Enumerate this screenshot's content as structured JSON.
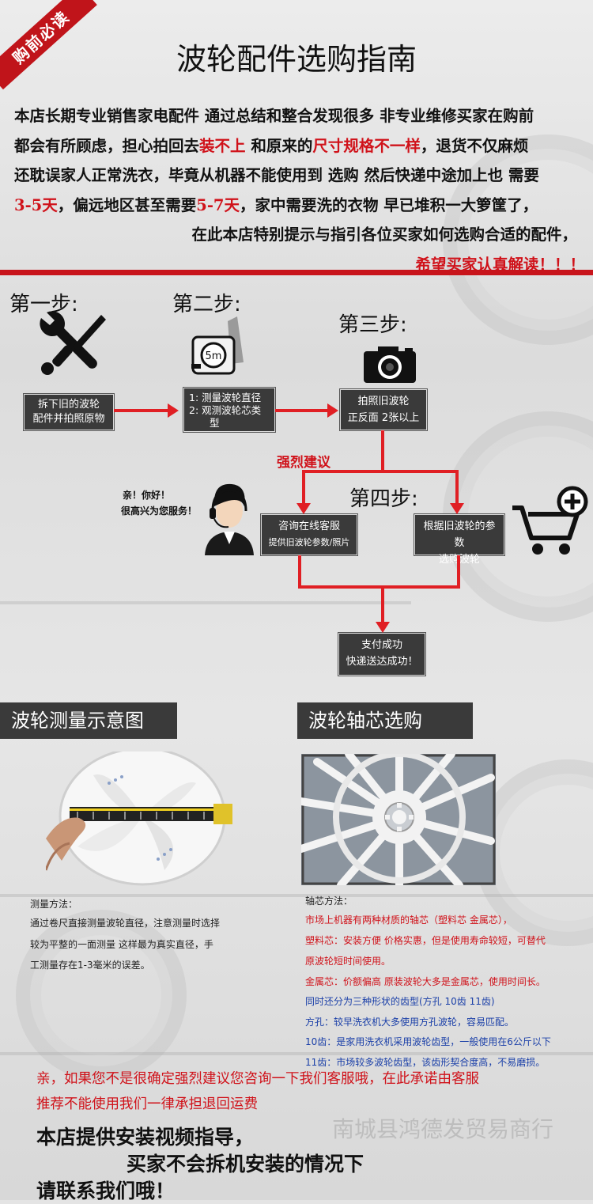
{
  "badge": "购前必读",
  "title": "波轮配件选购指南",
  "intro": {
    "line1": "本店长期专业销售家电配件 通过总结和整合发现很多 非专业维修买家在购前",
    "line2a": "都会有所顾虑，担心拍回去",
    "line2b": "装不上",
    "line2c": " 和原来的",
    "line2d": "尺寸规格不一样",
    "line2e": "，退货不仅麻烦",
    "line3": "还耽误家人正常洗衣，毕竟从机器不能使用到 选购 然后快递中途加上也  需要",
    "line4a": "3-5天",
    "line4b": "，偏远地区甚至需要",
    "line4c": "5-7天",
    "line4d": "，家中需要洗的衣物  早已堆积一大箩筐了，",
    "line5": "在此本店特别提示与指引各位买家如何选购合适的配件，",
    "line6": "希望买家认真解读！！！"
  },
  "steps": {
    "s1": "第一步:",
    "s2": "第二步:",
    "s3": "第三步:",
    "s4": "第四步:"
  },
  "flow": {
    "b1": [
      "拆下旧的波轮",
      "配件并拍照原物"
    ],
    "b2": [
      "1: 测量波轮直径",
      "2: 观测波轮芯类",
      "型"
    ],
    "b3": [
      "拍照旧波轮",
      "正反面 2张以上"
    ],
    "strong": "强烈建议",
    "greet": [
      "亲！你好！",
      "很高兴为您服务！"
    ],
    "b4": [
      "咨询在线客服",
      "提供旧波轮参数/照片"
    ],
    "b5": [
      "根据旧波轮的参数",
      "选购波轮"
    ],
    "b6": [
      "支付成功",
      "快递送达成功！"
    ],
    "tape": "5m"
  },
  "sections": {
    "measure_title": "波轮测量示意图",
    "core_title": "波轮轴芯选购"
  },
  "measure": {
    "label": "测量方法：",
    "lines": [
      "通过卷尺直接测量波轮直径，注意测量时选择",
      "较为平整的一面测量 这样最为真实直径，手",
      "工测量存在1-3毫米的误差。"
    ]
  },
  "core": {
    "label": "轴芯方法：",
    "lines": [
      "市场上机器有两种材质的轴芯（塑料芯  金属芯），",
      "塑料芯：安装方便 价格实惠，但是使用寿命较短，可替代",
      "原波轮短时间使用。",
      "金属芯：价额偏高 原装波轮大多是金属芯，使用时间长。"
    ],
    "blue_lines": [
      "同时还分为三种形状的齿型(方孔  10齿    11齿)",
      "方孔：较早洗衣机大多使用方孔波轮，容易匹配。",
      "10齿：是家用洗衣机采用波轮齿型，一般使用在6公斤以下",
      "11齿：市场较多波轮齿型，该齿形契合度高，不易磨损。"
    ]
  },
  "footer": {
    "red1": "亲，如果您不是很确定强烈建议您咨询一下我们客服哦，在此承诺由客服",
    "red2": "推荐不能使用我们一律承担退回运费",
    "big1": "本店提供安装视频指导，",
    "big2": "买家不会拆机安装的情况下",
    "big3": "请联系我们哦！",
    "watermark": "南城县鸿德发贸易商行"
  },
  "colors": {
    "accent": "#c8141b",
    "box": "#3a3a3a",
    "blue": "#1a3fa8"
  }
}
